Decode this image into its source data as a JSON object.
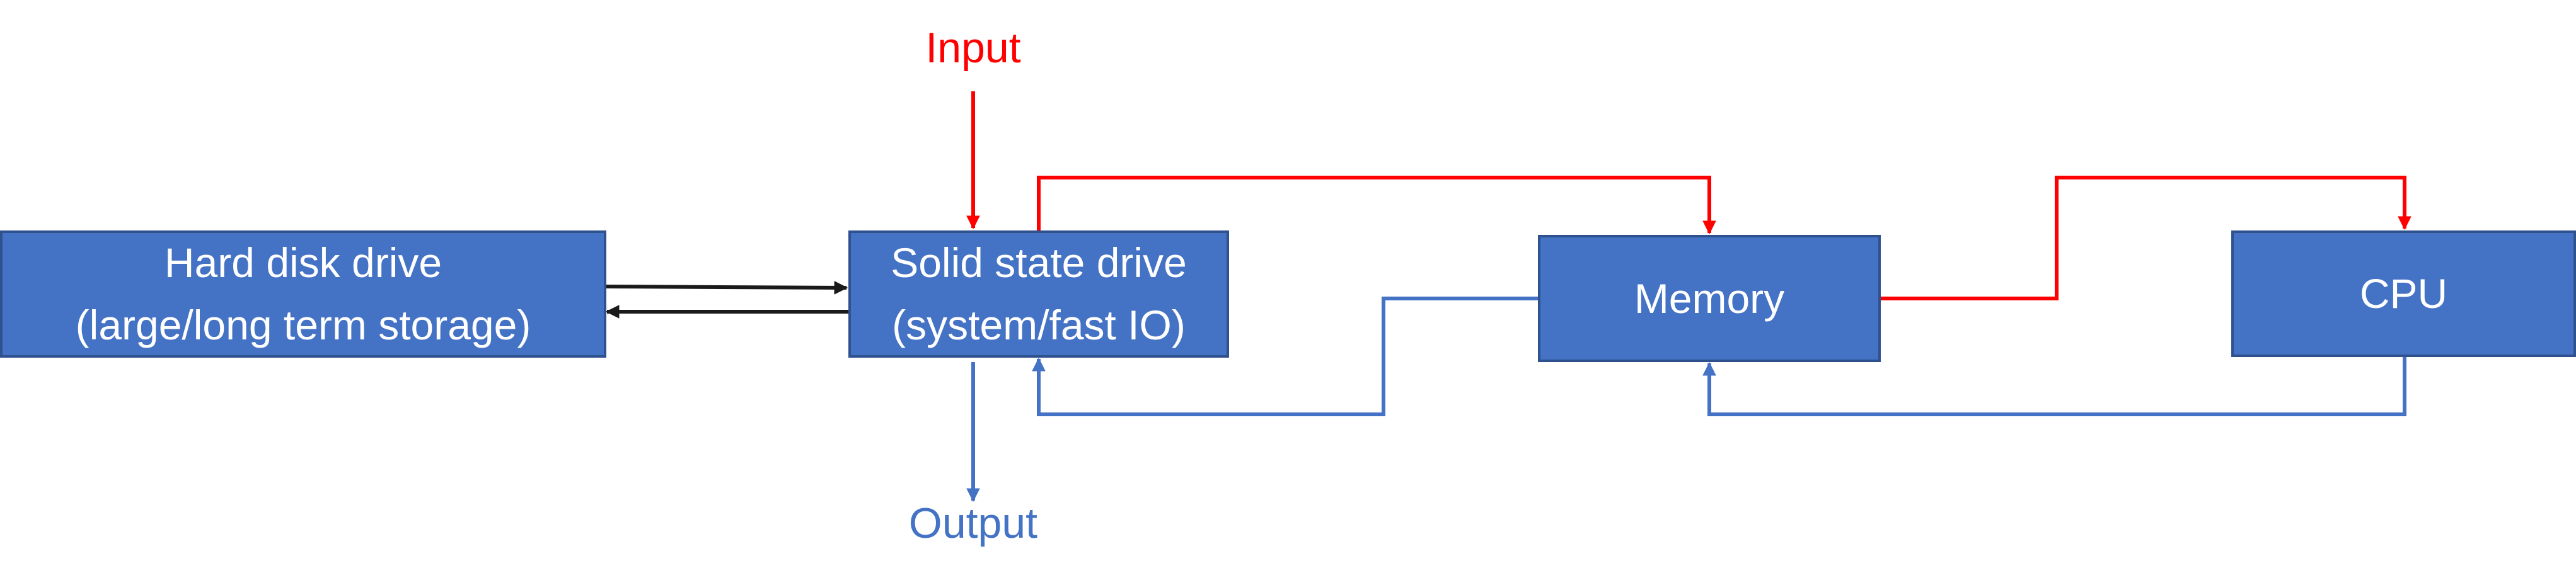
{
  "nodes": {
    "hdd": {
      "line1": "Hard disk drive",
      "line2": "(large/long term storage)"
    },
    "ssd": {
      "line1": "Solid state drive",
      "line2": "(system/fast IO)"
    },
    "memory": {
      "label": "Memory"
    },
    "cpu": {
      "label": "CPU"
    }
  },
  "labels": {
    "input": "Input",
    "output": "Output"
  },
  "colors": {
    "box_fill": "#4472c4",
    "box_border": "#2f528f",
    "input_flow": "#ff0000",
    "output_flow": "#4472c4",
    "storage_link": "#1a1a1a"
  }
}
